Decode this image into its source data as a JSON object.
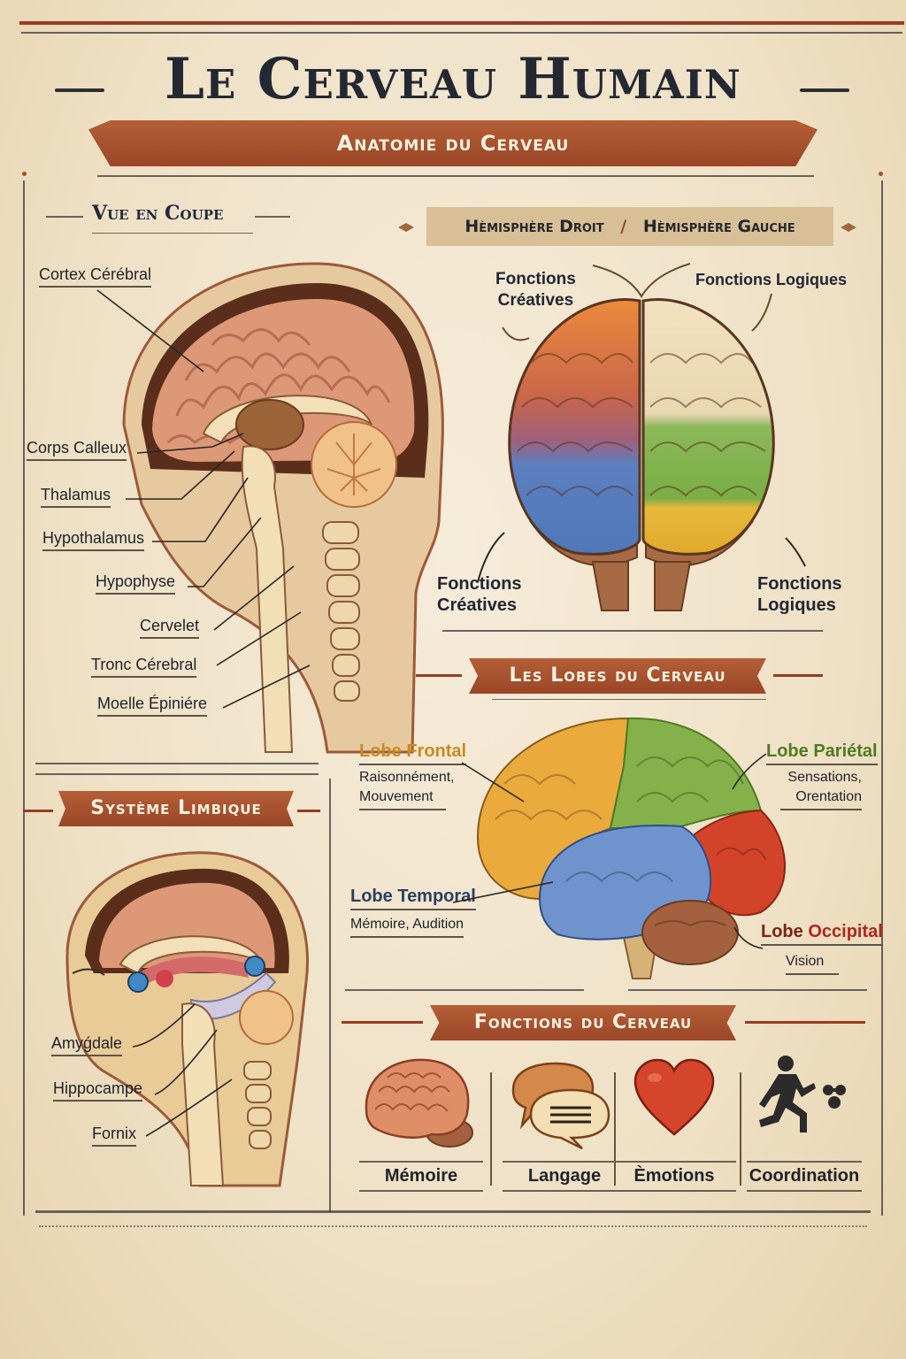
{
  "header": {
    "title": "Le Cerveau Humain",
    "subtitle": "Anatomie du Cerveau"
  },
  "colors": {
    "ribbon": "#a44e2c",
    "ink": "#23283a",
    "frontal": "#e8a83a",
    "parietal": "#7fae45",
    "temporal": "#5f87c2",
    "occipital": "#cf3d25",
    "cerebellum": "#9a5a3a",
    "paper": "#f3e7d0"
  },
  "section_cross": {
    "heading": "Vue en Coupe",
    "labels": [
      "Cortex Cérébral",
      "Corps Calleux",
      "Thalamus",
      "Hypothalamus",
      "Hypophyse",
      "Cervelet",
      "Tronc Cérebral",
      "Moelle Épiniére"
    ]
  },
  "section_hemispheres": {
    "heading_left": "Hèmisphère Droit",
    "separator": "/",
    "heading_right": "Hèmisphère Gauche",
    "top_left_note": "Fonctions Créatives",
    "top_left_line1": "Fonctions",
    "top_left_line2": "Créatives",
    "top_right_note": "Fonctions Logiques",
    "bottom_left_line1": "Fonctions",
    "bottom_left_line2": "Créatives",
    "bottom_right_line1": "Fonctions",
    "bottom_right_line2": "Logiques"
  },
  "section_lobes": {
    "heading": "Les Lobes du Cerveau",
    "lobes": [
      {
        "name": "Lobe Frontal",
        "desc_line1": "Raisonnément,",
        "desc_line2": "Mouvement",
        "color": "#c98a1e"
      },
      {
        "name": "Lobe Pariétal",
        "desc_line1": "Sensations,",
        "desc_line2": "Orentation",
        "color": "#4f7a22"
      },
      {
        "name": "Lobe Temporal",
        "desc_line1": "Mémoire, Audition",
        "desc_line2": "",
        "color": "#2c3f63"
      },
      {
        "name_prefix": "Lobe ",
        "name_suffix": "Occipital",
        "desc_line1": "Vision",
        "desc_line2": "",
        "color": "#b3261a"
      }
    ]
  },
  "section_limbic": {
    "heading": "Système Limbique",
    "labels": [
      "Amyǵdale",
      "Hippocampe",
      "Fornix"
    ]
  },
  "section_functions": {
    "heading": "Fonctions du Cerveau",
    "items": [
      {
        "label": "Mémoire",
        "icon": "brain-icon"
      },
      {
        "label": "Langage",
        "icon": "speech-bubbles-icon"
      },
      {
        "label": "Èmotions",
        "icon": "heart-icon"
      },
      {
        "label": "Coordination",
        "icon": "running-person-icon"
      }
    ]
  }
}
